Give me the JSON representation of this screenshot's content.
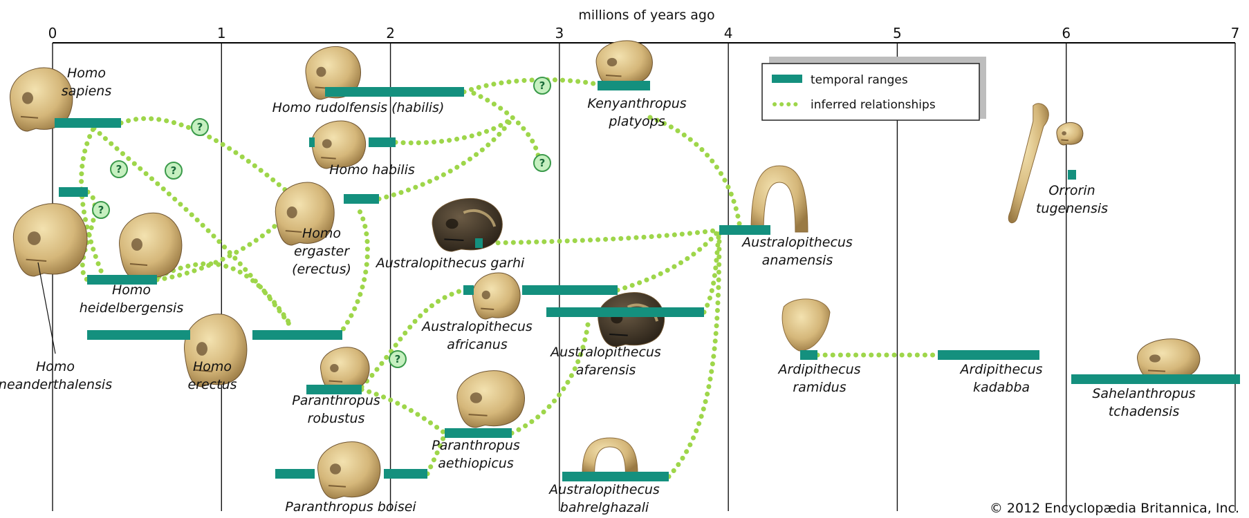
{
  "figure": {
    "axis_title": "millions of years ago",
    "copyright": "© 2012 Encyclopædia Britannica, Inc.",
    "legend": {
      "ranges_label": "temporal ranges",
      "relationships_label": "inferred relationships"
    },
    "colors": {
      "range_bar": "#14907e",
      "relationship": "#9ed64a",
      "question_fill": "#c6f0c0",
      "question_stroke": "#3a9a4a",
      "axis": "#000000",
      "gridline": "#111111",
      "skull_light": "#d9bf85",
      "skull_dark": "#4a3c28"
    },
    "unknown_marker": "?"
  },
  "chart_data": {
    "type": "timeline",
    "xlabel": "millions of years ago",
    "xlim": [
      0,
      7
    ],
    "ticks": [
      0,
      1,
      2,
      3,
      4,
      5,
      6,
      7
    ],
    "grid": true,
    "legend_position": "top-center",
    "species": [
      {
        "id": "sapiens",
        "name_lines": [
          "Homo",
          "sapiens"
        ],
        "ranges": [
          [
            0.0,
            0.15
          ]
        ]
      },
      {
        "id": "neanderthalensis",
        "name_lines": [
          "Homo",
          "neanderthalensis"
        ],
        "ranges": [
          [
            0.03,
            0.2
          ]
        ]
      },
      {
        "id": "heidelbergensis",
        "name_lines": [
          "Homo",
          "heidelbergensis"
        ],
        "ranges": [
          [
            0.2,
            0.6
          ]
        ]
      },
      {
        "id": "erectus",
        "name_lines": [
          "Homo",
          "erectus"
        ],
        "ranges": [
          [
            0.2,
            1.8
          ]
        ]
      },
      {
        "id": "ergaster",
        "name_lines": [
          "Homo",
          "ergaster",
          "(erectus)"
        ],
        "ranges": [
          [
            1.4,
            1.9
          ]
        ]
      },
      {
        "id": "rudolfensis",
        "name_lines": [
          "Homo rudolfensis (habilis)"
        ],
        "ranges": [
          [
            1.6,
            2.5
          ]
        ]
      },
      {
        "id": "habilis",
        "name_lines": [
          "Homo habilis"
        ],
        "ranges": [
          [
            1.5,
            2.0
          ]
        ]
      },
      {
        "id": "kenyanthropus",
        "name_lines": [
          "Kenyanthropus",
          "platyops"
        ],
        "ranges": [
          [
            3.2,
            3.5
          ]
        ]
      },
      {
        "id": "garhi",
        "name_lines": [
          "Australopithecus garhi"
        ],
        "ranges": [
          [
            2.5,
            2.55
          ]
        ]
      },
      {
        "id": "africanus",
        "name_lines": [
          "Australopithecus",
          "africanus"
        ],
        "ranges": [
          [
            2.4,
            3.3
          ]
        ]
      },
      {
        "id": "afarensis",
        "name_lines": [
          "Australopithecus",
          "afarensis"
        ],
        "ranges": [
          [
            2.9,
            3.8
          ]
        ]
      },
      {
        "id": "anamensis",
        "name_lines": [
          "Australopithecus",
          "anamensis"
        ],
        "ranges": [
          [
            3.9,
            4.2
          ]
        ]
      },
      {
        "id": "robustus",
        "name_lines": [
          "Paranthropus",
          "robustus"
        ],
        "ranges": [
          [
            1.2,
            1.8
          ]
        ]
      },
      {
        "id": "aethiopicus",
        "name_lines": [
          "Paranthropus",
          "aethiopicus"
        ],
        "ranges": [
          [
            2.3,
            2.7
          ]
        ]
      },
      {
        "id": "boisei",
        "name_lines": [
          "Paranthropus boisei"
        ],
        "ranges": [
          [
            1.3,
            2.2
          ]
        ]
      },
      {
        "id": "bahrelghazali",
        "name_lines": [
          "Australopithecus",
          "bahrelghazali"
        ],
        "ranges": [
          [
            3.0,
            3.5
          ]
        ]
      },
      {
        "id": "ramidus",
        "name_lines": [
          "Ardipithecus",
          "ramidus"
        ],
        "ranges": [
          [
            4.4,
            4.5
          ]
        ]
      },
      {
        "id": "kadabba",
        "name_lines": [
          "Ardipithecus",
          "kadabba"
        ],
        "ranges": [
          [
            5.2,
            5.8
          ]
        ]
      },
      {
        "id": "orrorin",
        "name_lines": [
          "Orrorin",
          "tugenensis"
        ],
        "ranges": [
          [
            6.0,
            6.05
          ]
        ]
      },
      {
        "id": "sahelanthropus",
        "name_lines": [
          "Sahelanthropus",
          "tchadensis"
        ],
        "ranges": [
          [
            6.0,
            7.0
          ]
        ]
      }
    ],
    "relationships": [
      {
        "from": "sapiens",
        "to": "heidelbergensis",
        "uncertain": true
      },
      {
        "from": "sapiens",
        "to": "ergaster",
        "uncertain": true
      },
      {
        "from": "sapiens",
        "to": "erectus",
        "uncertain": true
      },
      {
        "from": "neanderthalensis",
        "to": "heidelbergensis",
        "uncertain": true
      },
      {
        "from": "heidelbergensis",
        "to": "ergaster",
        "uncertain": false
      },
      {
        "from": "heidelbergensis",
        "to": "erectus",
        "uncertain": false
      },
      {
        "from": "erectus",
        "to": "ergaster",
        "uncertain": false
      },
      {
        "from": "ergaster",
        "to": "rudolfensis",
        "uncertain": false
      },
      {
        "from": "habilis",
        "to": "rudolfensis",
        "uncertain": false
      },
      {
        "from": "rudolfensis",
        "to": "kenyanthropus",
        "uncertain": true
      },
      {
        "from": "rudolfensis",
        "to": "africanus",
        "uncertain": true
      },
      {
        "from": "kenyanthropus",
        "to": "anamensis",
        "uncertain": false
      },
      {
        "from": "garhi",
        "to": "anamensis",
        "uncertain": false
      },
      {
        "from": "africanus",
        "to": "anamensis",
        "uncertain": false
      },
      {
        "from": "afarensis",
        "to": "anamensis",
        "uncertain": false
      },
      {
        "from": "bahrelghazali",
        "to": "anamensis",
        "uncertain": false
      },
      {
        "from": "aethiopicus",
        "to": "afarensis",
        "uncertain": false
      },
      {
        "from": "robustus",
        "to": "aethiopicus",
        "uncertain": false
      },
      {
        "from": "boisei",
        "to": "aethiopicus",
        "uncertain": false
      },
      {
        "from": "robustus",
        "to": "africanus",
        "uncertain": true
      },
      {
        "from": "ramidus",
        "to": "kadabba",
        "uncertain": false
      }
    ]
  }
}
